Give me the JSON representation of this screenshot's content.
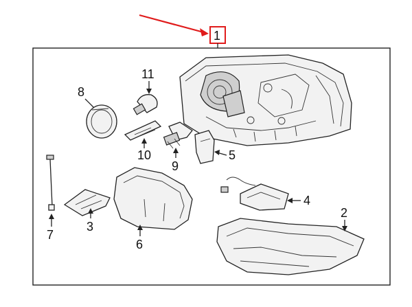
{
  "diagram": {
    "callouts": {
      "c1": "1",
      "c2": "2",
      "c3": "3",
      "c4": "4",
      "c5": "5",
      "c6": "6",
      "c7": "7",
      "c8": "8",
      "c9": "9",
      "c10": "10",
      "c11": "11"
    },
    "highlight_color": "#e01b1b",
    "line_color": "#222222",
    "parts": [
      "headlamp-assembly-icon",
      "lower-bracket-icon",
      "mount-bracket-icon",
      "control-module-icon",
      "bulb-socket-icon",
      "rear-cover-icon",
      "wire-harness-icon",
      "access-cap-icon",
      "halogen-bulb-icon",
      "side-bulb-holder-icon",
      "small-bulb-icon"
    ]
  }
}
